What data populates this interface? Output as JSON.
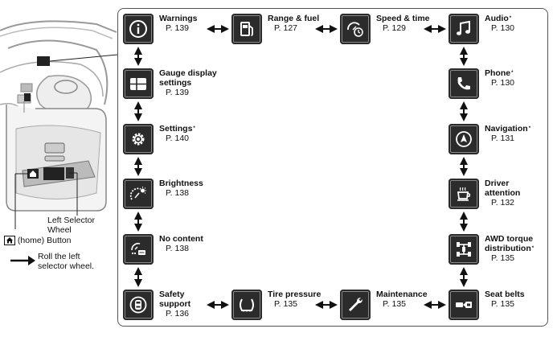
{
  "nodes": [
    {
      "id": "warnings",
      "label": "Warnings",
      "page": "P. 139",
      "sup": "",
      "icon": "info-icon"
    },
    {
      "id": "range-fuel",
      "label": "Range & fuel",
      "page": "P. 127",
      "sup": "",
      "icon": "fuel-pump-icon"
    },
    {
      "id": "speed-time",
      "label": "Speed & time",
      "page": "P. 129",
      "sup": "",
      "icon": "speedometer-clock-icon"
    },
    {
      "id": "audio",
      "label": "Audio",
      "page": "P. 130",
      "sup": "*",
      "icon": "music-note-icon"
    },
    {
      "id": "gauge-display",
      "label1": "Gauge display",
      "label2": "settings",
      "page": "P. 139",
      "sup": "",
      "icon": "gauge-layout-icon"
    },
    {
      "id": "phone",
      "label": "Phone",
      "page": "P. 130",
      "sup": "*",
      "icon": "phone-icon"
    },
    {
      "id": "settings",
      "label": "Settings",
      "page": "P. 140",
      "sup": "*",
      "icon": "gear-icon"
    },
    {
      "id": "navigation",
      "label": "Navigation",
      "page": "P. 131",
      "sup": "*",
      "icon": "compass-icon"
    },
    {
      "id": "brightness",
      "label": "Brightness",
      "page": "P. 138",
      "sup": "",
      "icon": "brightness-gauge-icon"
    },
    {
      "id": "driver-attention",
      "label1": "Driver",
      "label2": "attention",
      "page": "P. 132",
      "sup": "",
      "icon": "coffee-cup-icon"
    },
    {
      "id": "no-content",
      "label": "No content",
      "page": "P. 138",
      "sup": "",
      "icon": "no-content-icon"
    },
    {
      "id": "awd",
      "label1": "AWD torque",
      "label2": "distribution",
      "page": "P. 135",
      "sup": "*",
      "icon": "awd-drivetrain-icon"
    },
    {
      "id": "safety",
      "label1": "Safety",
      "label2": "support",
      "page": "P. 136",
      "sup": "",
      "icon": "safety-car-icon"
    },
    {
      "id": "tire-pressure",
      "label": "Tire pressure",
      "page": "P. 135",
      "sup": "",
      "icon": "tire-pressure-icon"
    },
    {
      "id": "maintenance",
      "label": "Maintenance",
      "page": "P. 135",
      "sup": "",
      "icon": "wrench-icon"
    },
    {
      "id": "seat-belts",
      "label": "Seat belts",
      "page": "P. 135",
      "sup": "",
      "icon": "seat-belt-icon"
    }
  ],
  "legend": {
    "selector_wheel": "Left Selector Wheel",
    "selector_wheel_1": "Left Selector",
    "selector_wheel_2": "Wheel",
    "home_button": "(home) Button",
    "roll_1": "Roll the left",
    "roll_2": "selector wheel."
  },
  "colors": {
    "icon_bg": "#2b2b2b",
    "border": "#555555"
  }
}
